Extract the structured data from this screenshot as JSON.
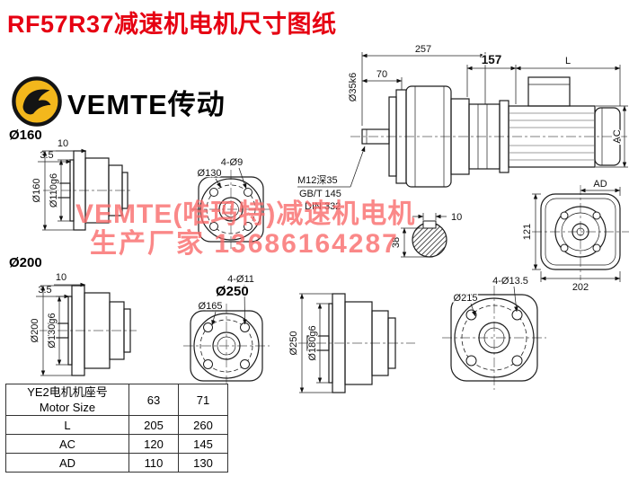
{
  "page": {
    "title": "RF57R37减速机电机尺寸图纸"
  },
  "logo": {
    "brand": "VEMTE传动",
    "icon": "vemte-emblem-icon"
  },
  "watermark": {
    "line1": "VEMTE(唯玛特)减速机电机",
    "line2": "生产厂家 13686164287"
  },
  "main_view": {
    "dim_total": "257",
    "dim_shaft_len": "70",
    "shaft_dia": "Ø35k6",
    "dim_157": "157",
    "dim_L": "L",
    "dim_AC": "AC",
    "thread_note_line1": "M12深35",
    "thread_note_line2": "GB/T 145",
    "thread_note_line3": "DIN 332",
    "key_width": "10",
    "key_depth": "38"
  },
  "rear_view": {
    "dim_AD": "AD",
    "dim_121": "121",
    "dim_202": "202"
  },
  "view_160": {
    "heading": "Ø160",
    "dim_10": "10",
    "dim_3_5": "3.5",
    "flange_od": "Ø160",
    "spigot": "Ø110g6",
    "holes": "4-Ø9",
    "bolt_circle": "Ø130"
  },
  "view_200": {
    "heading": "Ø200",
    "dim_10": "10",
    "dim_3_5": "3.5",
    "flange_od": "Ø200",
    "spigot": "Ø130g6",
    "holes": "4-Ø11",
    "bolt_circle": "Ø165"
  },
  "view_250": {
    "heading": "Ø250",
    "flange_od": "Ø250",
    "spigot": "Ø180g6",
    "holes": "4-Ø13.5",
    "bolt_circle": "Ø215"
  },
  "table": {
    "header": {
      "line1": "YE2电机机座号",
      "line2": "Motor Size",
      "col1": "63",
      "col2": "71"
    },
    "rows": [
      {
        "label": "L",
        "v63": "205",
        "v71": "260"
      },
      {
        "label": "AC",
        "v63": "120",
        "v71": "145"
      },
      {
        "label": "AD",
        "v63": "110",
        "v71": "130"
      }
    ]
  }
}
